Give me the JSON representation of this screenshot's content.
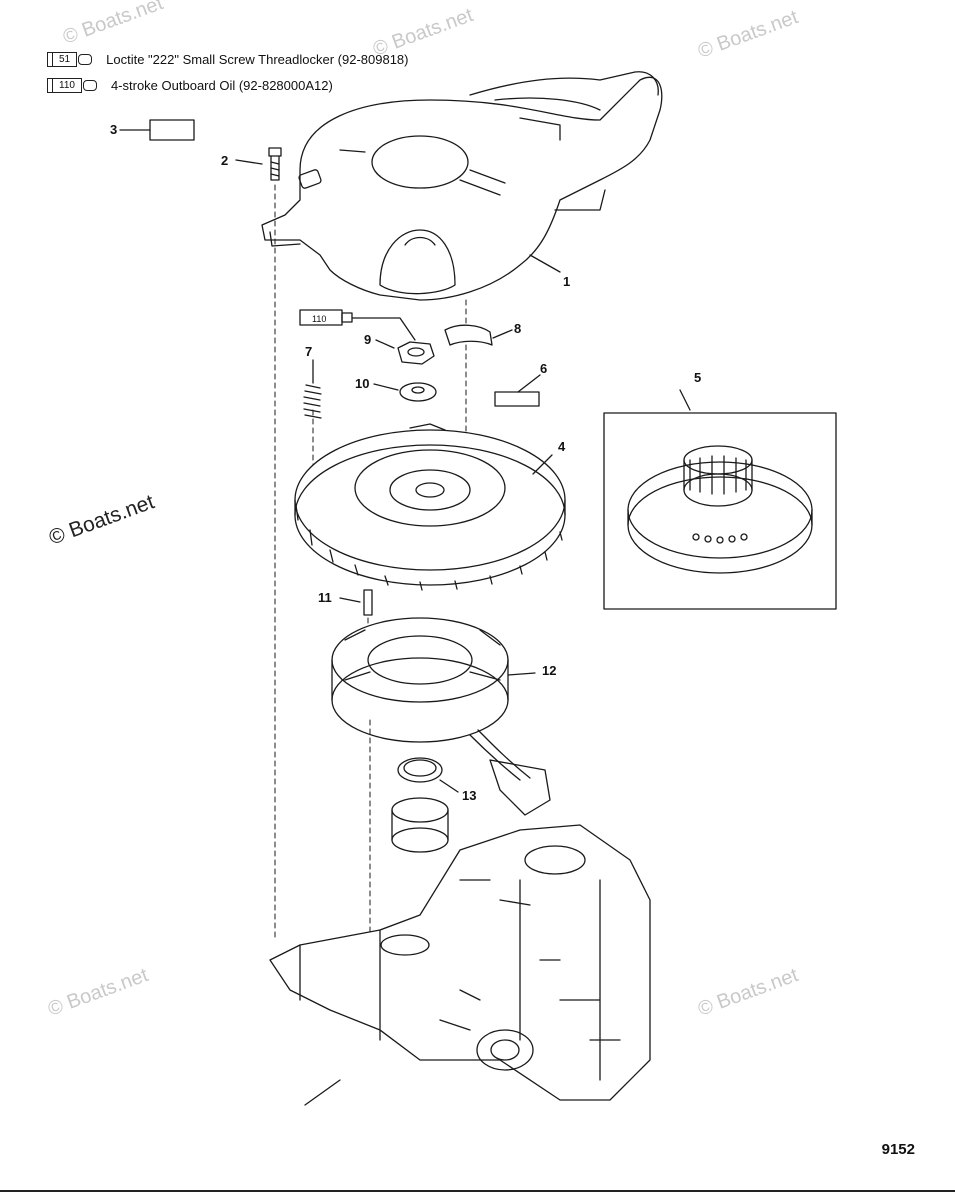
{
  "legend": [
    {
      "code": "51",
      "text": "Loctite \"222\" Small Screw Threadlocker  (92-809818)"
    },
    {
      "code": "110",
      "text": "4-stroke Outboard Oil (92-828000A12)"
    }
  ],
  "part_tag": "110",
  "callouts": [
    "1",
    "2",
    "3",
    "4",
    "5",
    "6",
    "7",
    "8",
    "9",
    "10",
    "11",
    "12",
    "13"
  ],
  "watermark": "© Boats.net",
  "figure_number": "9152"
}
